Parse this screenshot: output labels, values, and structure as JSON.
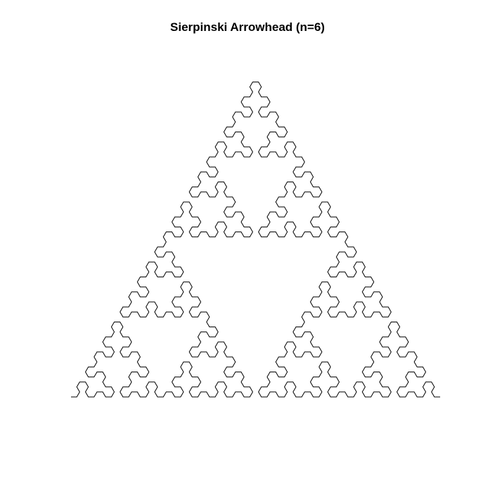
{
  "figure": {
    "title": "Sierpinski Arrowhead (n=6)"
  },
  "curve": {
    "name": "Sierpinski arrowhead curve",
    "order": 6,
    "stroke_color": "#000000"
  }
}
